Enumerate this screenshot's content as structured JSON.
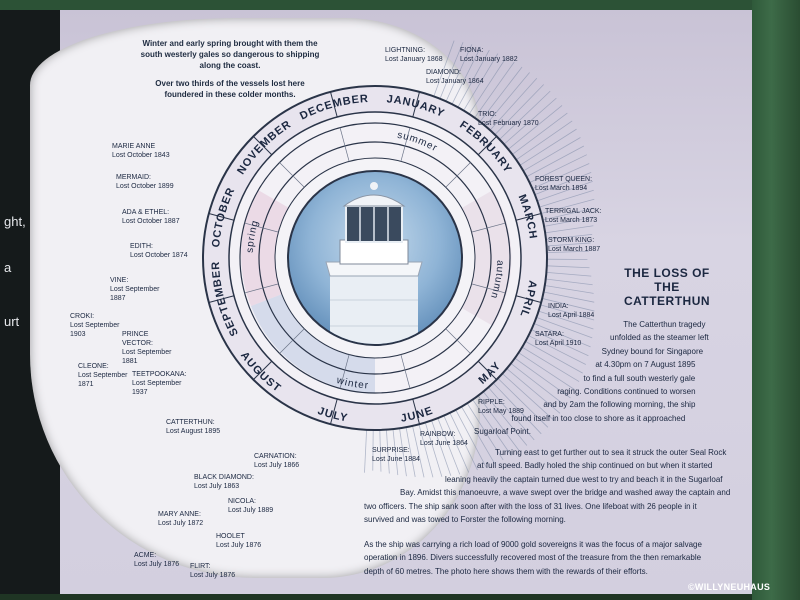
{
  "left_fragments": [
    "ght,",
    "a",
    "urt"
  ],
  "intro": {
    "p1": "Winter and early spring brought with them the south westerly gales so dangerous to shipping along the coast.",
    "p2": "Over two thirds of the vessels lost here foundered in these colder months."
  },
  "months": [
    "JANUARY",
    "FEBRUARY",
    "MARCH",
    "APRIL",
    "MAY",
    "JUNE",
    "JULY",
    "AUGUST",
    "SEPTEMBER",
    "OCTOBER",
    "NOVEMBER",
    "DECEMBER"
  ],
  "seasons": [
    "summer",
    "autumn",
    "winter",
    "spring"
  ],
  "wrecks": [
    {
      "name": "LIGHTNING:",
      "lost": "Lost January 1868"
    },
    {
      "name": "FIONA:",
      "lost": "Lost January 1882"
    },
    {
      "name": "DIAMOND:",
      "lost": "Lost January 1864"
    },
    {
      "name": "TRIO:",
      "lost": "Lost February 1870"
    },
    {
      "name": "FOREST QUEEN:",
      "lost": "Lost March 1894"
    },
    {
      "name": "TERRIGAL JACK:",
      "lost": "Lost March 1873"
    },
    {
      "name": "STORM KING:",
      "lost": "Lost March 1887"
    },
    {
      "name": "INDIA:",
      "lost": "Lost April 1884"
    },
    {
      "name": "SATARA:",
      "lost": "Lost April 1910"
    },
    {
      "name": "RIPPLE:",
      "lost": "Lost May 1889"
    },
    {
      "name": "RAINBOW:",
      "lost": "Lost June 1864"
    },
    {
      "name": "SURPRISE:",
      "lost": "Lost June 1884"
    },
    {
      "name": "CARNATION:",
      "lost": "Lost July 1866"
    },
    {
      "name": "BLACK DIAMOND:",
      "lost": "Lost July 1863"
    },
    {
      "name": "NICOLA:",
      "lost": "Lost July 1889"
    },
    {
      "name": "MARY ANNE:",
      "lost": "Lost July 1872"
    },
    {
      "name": "HOOLET",
      "lost": "Lost July 1876"
    },
    {
      "name": "ACME:",
      "lost": "Lost July 1876"
    },
    {
      "name": "FLIRT:",
      "lost": "Lost July 1876"
    },
    {
      "name": "CATTERTHUN:",
      "lost": "Lost August 1895"
    },
    {
      "name": "TEETPOOKANA:",
      "lost": "Lost September 1937"
    },
    {
      "name": "CLEONE:",
      "lost": "Lost September 1871"
    },
    {
      "name": "PRINCE VECTOR:",
      "lost": "Lost September 1881"
    },
    {
      "name": "CROKI:",
      "lost": "Lost September 1903"
    },
    {
      "name": "VINE:",
      "lost": "Lost September 1887"
    },
    {
      "name": "EDITH:",
      "lost": "Lost October 1874"
    },
    {
      "name": "ADA & ETHEL:",
      "lost": "Lost October 1887"
    },
    {
      "name": "MERMAID:",
      "lost": "Lost October 1899"
    },
    {
      "name": "MARIE ANNE",
      "lost": "Lost October 1843"
    }
  ],
  "title": "THE LOSS OF THE CATTERTHUN",
  "story": {
    "p1_lines": [
      "The Catterthun tragedy",
      "unfolded as the steamer left",
      "Sydney bound for Singapore",
      "at 4.30pm on 7 August 1895",
      "to find a full south westerly gale",
      "raging. Conditions continued to worsen",
      "and by 2am the following morning, the ship",
      "found itself in too close to shore as it approached",
      "Sugarloaf Point."
    ],
    "p2_lines": [
      "Turning east to get further out to sea it struck the outer Seal Rock",
      "at full speed.  Badly holed the ship continued on but when it started",
      "leaning heavily the captain turned due west to try and beach it in the Sugarloaf",
      "Bay.  Amidst this manoeuvre, a wave swept over the bridge and washed away the captain and",
      "two officers. The ship sank soon after with the loss of 31 lives. One lifeboat with 26 people in it",
      "survived and was towed to Forster the following morning."
    ],
    "p3_lines": [
      "As the ship was carrying a rich load of 9000 gold sovereigns it was the focus of a major salvage",
      "operation in 1896. Divers successfully recovered most of the treasure from the then remarkable",
      "depth of 60 metres. The photo here shows them with the rewards of their efforts."
    ]
  },
  "watermark": "©WILLYNEUHAUS",
  "colors": {
    "text": "#1b2740",
    "ring_light": "#e8e4ee",
    "season_pink": "#ead7e4",
    "season_blue": "#cdd6e8",
    "sky": "#8fb4d6"
  }
}
